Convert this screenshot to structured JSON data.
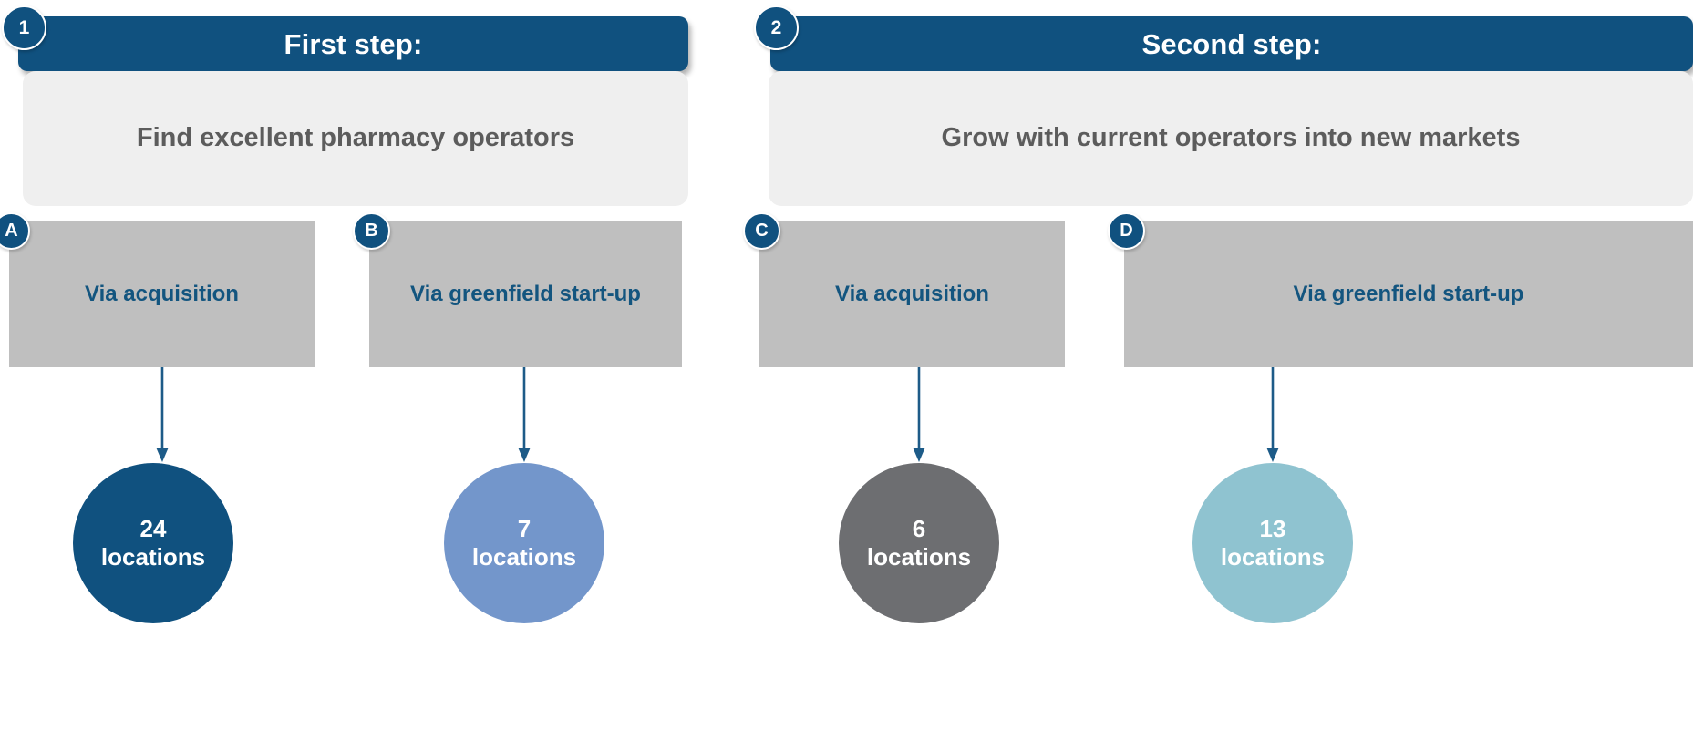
{
  "colors": {
    "brand_dark_blue": "#10517F",
    "panel_gray": "#EFEFEF",
    "box_gray": "#BFBFBF",
    "label_blue": "#13557F",
    "body_text_gray": "#5C5C5C",
    "arrow_blue": "#1D5B88",
    "circle_dark_blue": "#10517F",
    "circle_medium_blue": "#7396CB",
    "circle_gray": "#6D6E71",
    "circle_teal": "#8FC3D0"
  },
  "steps": [
    {
      "badge": "1",
      "header_title": "First step:",
      "body_text": "Find excellent pharmacy operators",
      "branches": [
        {
          "letter": "A",
          "box_label": "Via acquisition",
          "result_number": "24",
          "result_unit": "locations",
          "circle_color": "#10517F"
        },
        {
          "letter": "B",
          "box_label": "Via greenfield start-up",
          "result_number": "7",
          "result_unit": "locations",
          "circle_color": "#7396CB"
        }
      ]
    },
    {
      "badge": "2",
      "header_title": "Second step:",
      "body_text": "Grow with current operators into new markets",
      "branches": [
        {
          "letter": "C",
          "box_label": "Via acquisition",
          "result_number": "6",
          "result_unit": "locations",
          "circle_color": "#6D6E71"
        },
        {
          "letter": "D",
          "box_label": "Via greenfield start-up",
          "result_number": "13",
          "result_unit": "locations",
          "circle_color": "#8FC3D0"
        }
      ]
    }
  ],
  "icons": {
    "arrow_down": "arrow-down-icon"
  }
}
